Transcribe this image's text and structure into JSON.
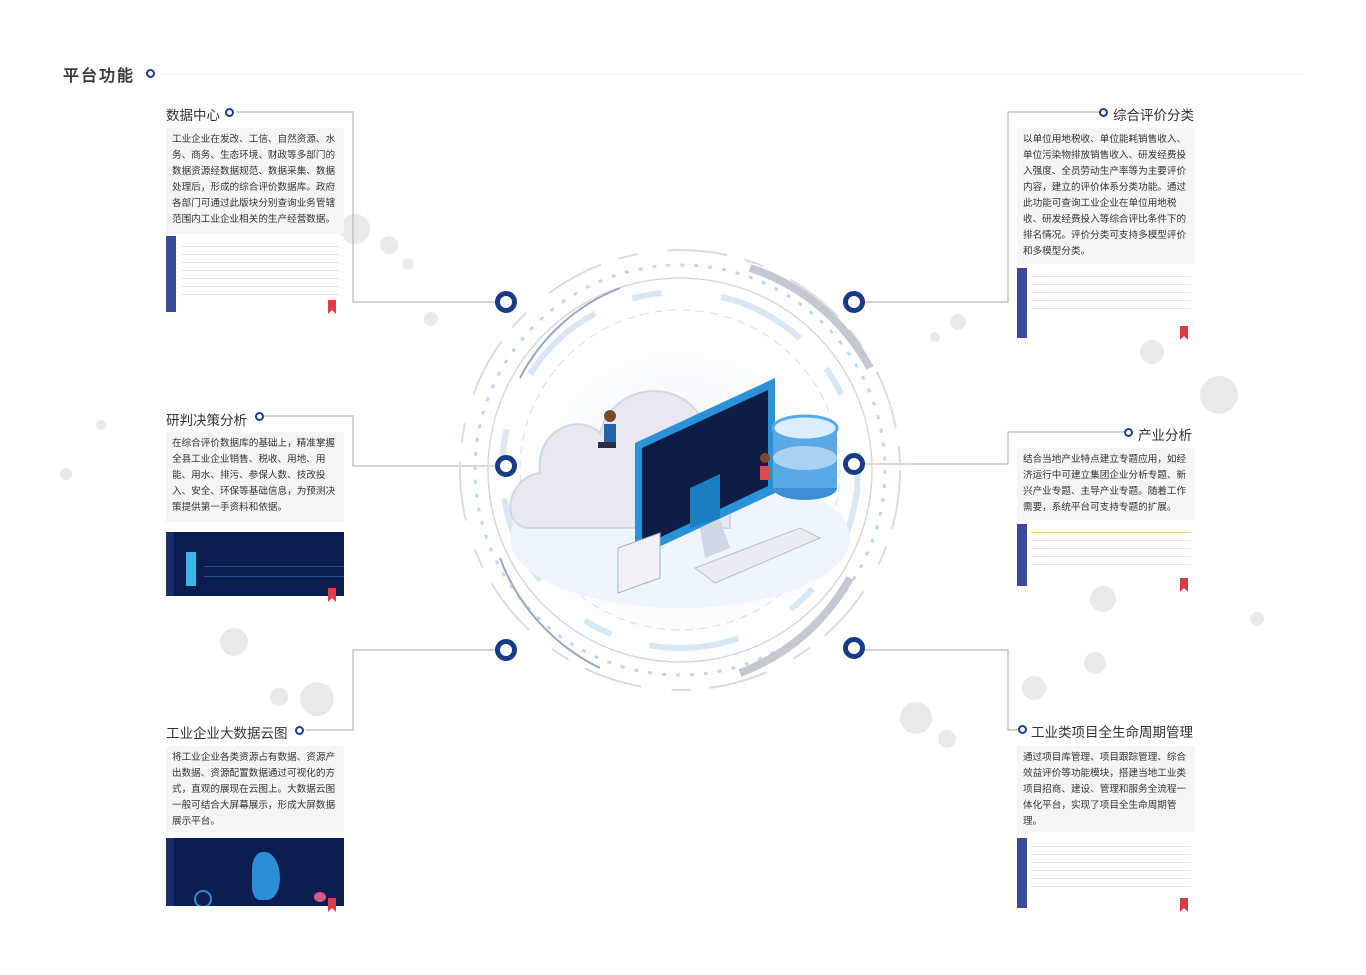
{
  "header": {
    "title": "平台功能"
  },
  "sections": [
    {
      "title": "数据中心",
      "text": "工业企业在发改、工信、自然资源、水务、商务、生态环境、财政等多部门的数据资源经数据规范、数据采集、数据处理后，形成的综合评价数据库。政府各部门可通过此版块分别查询业务管辖范围内工业企业相关的生产经营数据。"
    },
    {
      "title": "研判决策分析",
      "text": "在综合评价数据库的基础上，精准掌握全县工业企业销售、税收、用地、用能、用水、排污、参保人数、技改投入、安全、环保等基础信息，为预测决策提供第一手资料和依据。"
    },
    {
      "title": "工业企业大数据云图",
      "text": "将工业企业各类资源占有数据、资源产出数据、资源配置数据通过可视化的方式，直观的展现在云图上。大数据云图一般可结合大屏幕展示，形成大屏数据展示平台。"
    },
    {
      "title": "综合评价分类",
      "text": "以单位用地税收、单位能耗销售收入、单位污染物排放销售收入、研发经费投入强度、全员劳动生产率等为主要评价内容，建立的评价体系分类功能。通过此功能可查询工业企业在单位用地税收、研发经费投入等综合评比条件下的排名情况。评价分类可支持多模型评价和多模型分类。"
    },
    {
      "title": "产业分析",
      "text": "结合当地产业特点建立专题应用，如经济运行中可建立集团企业分析专题、新兴产业专题、主导产业专题。随着工作需要，系统平台可支持专题的扩展。"
    },
    {
      "title": "工业类项目全生命周期管理",
      "text": "通过项目库管理、项目跟踪管理、综合效益评价等功能模块，搭建当地工业类项目招商、建设、管理和服务全流程一体化平台，实现了项目全生命周期管理。"
    }
  ],
  "colors": {
    "node": "#173b87",
    "bookmark": "#e03b4a",
    "card": "#f5f5f7",
    "dark_screen": "#0c1d4f"
  }
}
